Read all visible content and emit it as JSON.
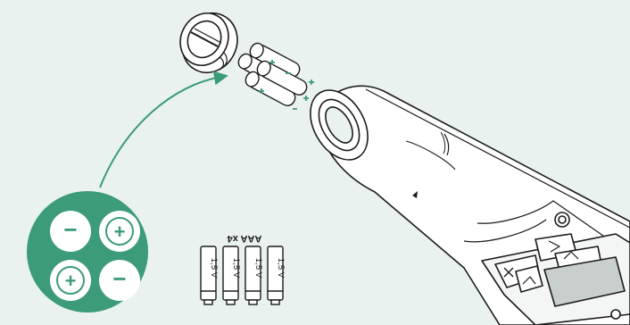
{
  "colors": {
    "background": "#e9f2ee",
    "accent_green": "#3c9b78",
    "accent_light": "#e9f2ee",
    "line": "#1b1b1b",
    "white": "#ffffff",
    "display_gray": "#c9cfcc"
  },
  "battery_pack": {
    "title": "AAA x4",
    "cell_label": "1,5 V",
    "count": 4
  },
  "polarity_legend": {
    "minus_symbol": "−",
    "plus_symbol": "+"
  },
  "icons": [
    "battery-cap-icon",
    "aaa-battery-icon",
    "flashlight-handle-icon",
    "polarity-plus-icon",
    "polarity-minus-icon",
    "insert-arrow-icon"
  ]
}
